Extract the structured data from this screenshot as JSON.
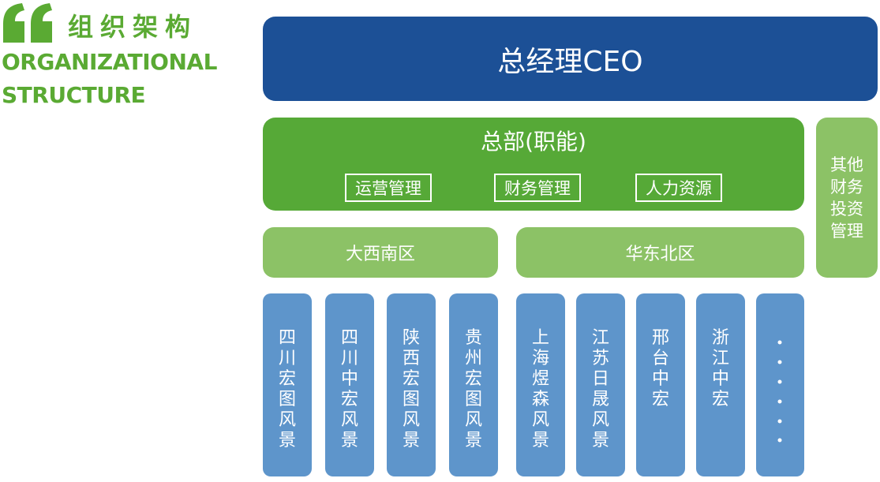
{
  "heading": {
    "title_cn": "组织架构",
    "title_en_line1": "ORGANIZATIONAL",
    "title_en_line2": "STRUCTURE",
    "quote_icon": "double-quote-icon",
    "accent_color": "#5aaa33"
  },
  "ceo": {
    "label": "总经理CEO",
    "color": "#1c5096"
  },
  "headquarters": {
    "label": "总部(职能)",
    "color": "#56a937",
    "departments": [
      "运营管理",
      "财务管理",
      "人力资源"
    ]
  },
  "finance_investment": {
    "label": "其他财务投资管理",
    "color": "#8cc266"
  },
  "regions": [
    {
      "label": "大西南区",
      "color": "#8cc266"
    },
    {
      "label": "华东北区",
      "color": "#8cc266"
    }
  ],
  "companies": [
    {
      "label": "四川宏图风景",
      "region": "大西南区"
    },
    {
      "label": "四川中宏风景",
      "region": "大西南区"
    },
    {
      "label": "陕西宏图风景",
      "region": "大西南区"
    },
    {
      "label": "贵州宏图风景",
      "region": "大西南区"
    },
    {
      "label": "上海煜森风景",
      "region": "华东北区"
    },
    {
      "label": "江苏日晟风景",
      "region": "华东北区"
    },
    {
      "label": "邢台中宏",
      "region": "华东北区"
    },
    {
      "label": "浙江中宏",
      "region": "华东北区"
    }
  ],
  "more_companies": {
    "icon": "vertical-ellipsis-icon",
    "color": "#5e95cb"
  },
  "company_color": "#5e95cb"
}
